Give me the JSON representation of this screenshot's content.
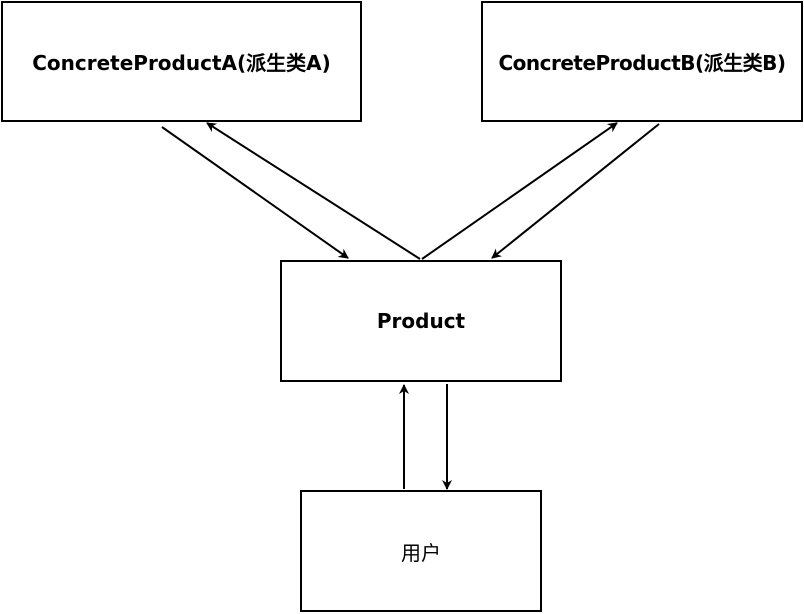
{
  "nodes": {
    "concrete_a": {
      "label": "ConcreteProductA(派生类A)"
    },
    "concrete_b": {
      "label": "ConcreteProductB(派生类B)"
    },
    "product": {
      "label": "Product"
    },
    "user": {
      "label": "用户"
    }
  },
  "edges": [
    {
      "from": "concrete_a",
      "to": "product"
    },
    {
      "from": "product",
      "to": "concrete_a"
    },
    {
      "from": "product",
      "to": "concrete_b"
    },
    {
      "from": "concrete_b",
      "to": "product"
    },
    {
      "from": "user",
      "to": "product"
    },
    {
      "from": "product",
      "to": "user"
    }
  ]
}
